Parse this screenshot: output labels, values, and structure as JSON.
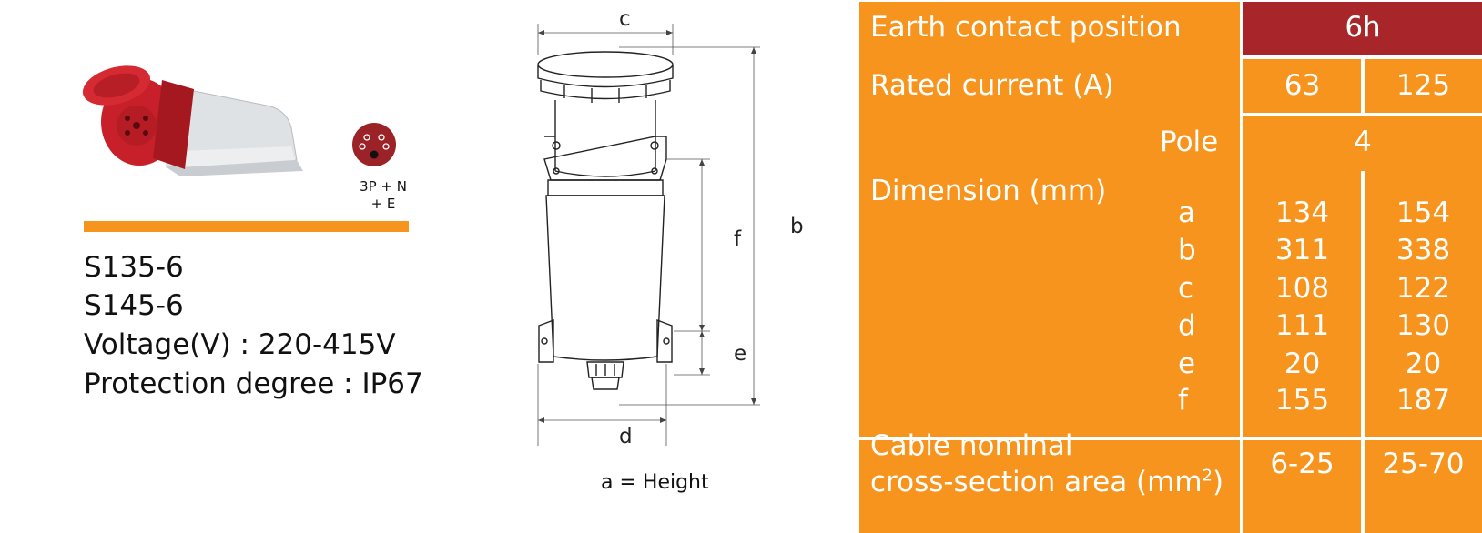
{
  "product": {
    "pin_config_line1": "3P + N",
    "pin_config_line2": "+ E",
    "models": [
      "S135-6",
      "S145-6"
    ],
    "voltage": "Voltage(V) : 220-415V",
    "protection": "Protection degree : IP67"
  },
  "drawing": {
    "labels": {
      "c": "c",
      "b": "b",
      "f": "f",
      "e": "e",
      "d": "d"
    },
    "note": "a = Height"
  },
  "table": {
    "earth_label": "Earth contact position",
    "earth_value": "6h",
    "current_label": "Rated current (A)",
    "current_values": [
      "63",
      "125"
    ],
    "pole_label": "Pole",
    "pole_value": "4",
    "dimension_label": "Dimension (mm)",
    "dimension_rows": [
      {
        "key": "a",
        "v1": "134",
        "v2": "154"
      },
      {
        "key": "b",
        "v1": "311",
        "v2": "338"
      },
      {
        "key": "c",
        "v1": "108",
        "v2": "122"
      },
      {
        "key": "d",
        "v1": "111",
        "v2": "130"
      },
      {
        "key": "e",
        "v1": "20",
        "v2": "20"
      },
      {
        "key": "f",
        "v1": "155",
        "v2": "187"
      }
    ],
    "cable_label_line1": "Cable nominal",
    "cable_label_line2": "cross-section area (mm",
    "cable_label_sup": "2",
    "cable_label_end": ")",
    "cable_values": [
      "6-25",
      "25-70"
    ]
  },
  "colors": {
    "orange": "#f7941d",
    "dark_red": "#a8262a",
    "socket_red": "#c8202a"
  }
}
